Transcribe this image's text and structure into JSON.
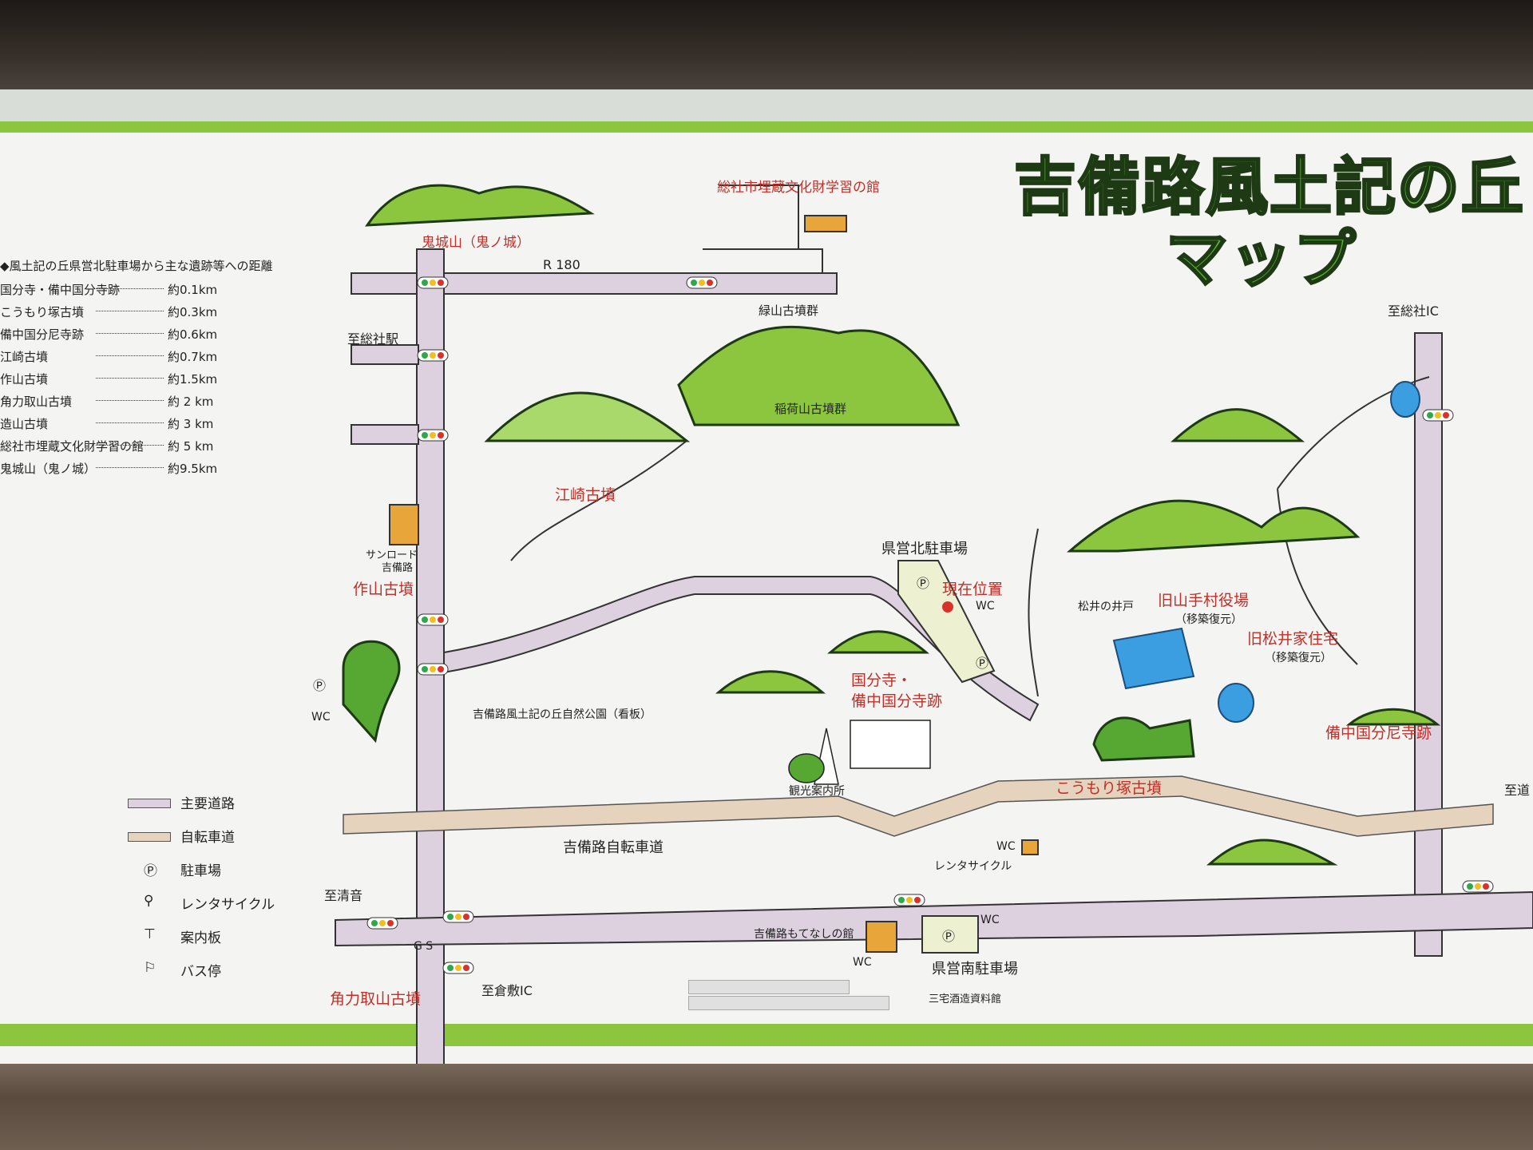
{
  "title": {
    "line1": "吉備路風土記の丘",
    "line2": "マップ"
  },
  "distances": {
    "heading": "◆風土記の丘県営北駐車場から主な遺跡等への距離",
    "rows": [
      {
        "name": "国分寺・備中国分寺跡",
        "dist": "約0.1km"
      },
      {
        "name": "こうもり塚古墳",
        "dist": "約0.3km"
      },
      {
        "name": "備中国分尼寺跡",
        "dist": "約0.6km"
      },
      {
        "name": "江崎古墳",
        "dist": "約0.7km"
      },
      {
        "name": "作山古墳",
        "dist": "約1.5km"
      },
      {
        "name": "角力取山古墳",
        "dist": "約 2 km"
      },
      {
        "name": "造山古墳",
        "dist": "約 3 km"
      },
      {
        "name": "総社市埋蔵文化財学習の館",
        "dist": "約 5 km"
      },
      {
        "name": "鬼城山（鬼ノ城）",
        "dist": "約9.5km"
      }
    ]
  },
  "places": {
    "kinojo": "鬼城山（鬼ノ城）",
    "gakushu": "総社市埋蔵文化財学習の館",
    "r180": "R 180",
    "soja_station": "至総社駅",
    "midoriyama": "緑山古墳群",
    "inariyama": "稲荷山古墳群",
    "ezaki": "江崎古墳",
    "sunroad1": "サンロード",
    "sunroad2": "吉備路",
    "tsukuriyama": "作山古墳",
    "kita_parking": "県営北駐車場",
    "genzaichi": "現在位置",
    "wc": "WC",
    "matsui_well": "松井の井戸",
    "yamate": "旧山手村役場",
    "yamate_sub": "（移築復元）",
    "matsui_house": "旧松井家住宅",
    "matsui_sub": "（移築復元）",
    "kokubunji1": "国分寺・",
    "kokubunji2": "備中国分寺跡",
    "park": "吉備路風土記の丘自然公園（看板）",
    "kanko": "観光案内所",
    "koumori": "こうもり塚古墳",
    "amadera": "備中国分尼寺跡",
    "soja_ic": "至総社IC",
    "bike_road": "吉備路自転車道",
    "rental": "レンタサイクル",
    "kiyone": "至清音",
    "gs": "G S",
    "motenashi": "吉備路もてなしの館",
    "minami_parking": "県営南駐車場",
    "miyake": "三宅酒造資料館",
    "sumotori": "角力取山古墳",
    "kurashiki": "至倉敷IC",
    "edge_right": "至道"
  },
  "legend": [
    {
      "icon": "main-road",
      "label": "主要道路"
    },
    {
      "icon": "bicycle-road",
      "label": "自転車道"
    },
    {
      "icon": "parking-icon",
      "label": "駐車場"
    },
    {
      "icon": "bicycle-icon",
      "label": "レンタサイクル"
    },
    {
      "icon": "signboard-icon",
      "label": "案内板"
    },
    {
      "icon": "bus-stop-icon",
      "label": "バス停"
    }
  ],
  "colors": {
    "road": "#ddd0df",
    "bike": "#e6d3bd",
    "hill": "#8cc63e",
    "label_red": "#c0302a",
    "facility": "#e8a63a",
    "water": "#3a9ee0"
  }
}
